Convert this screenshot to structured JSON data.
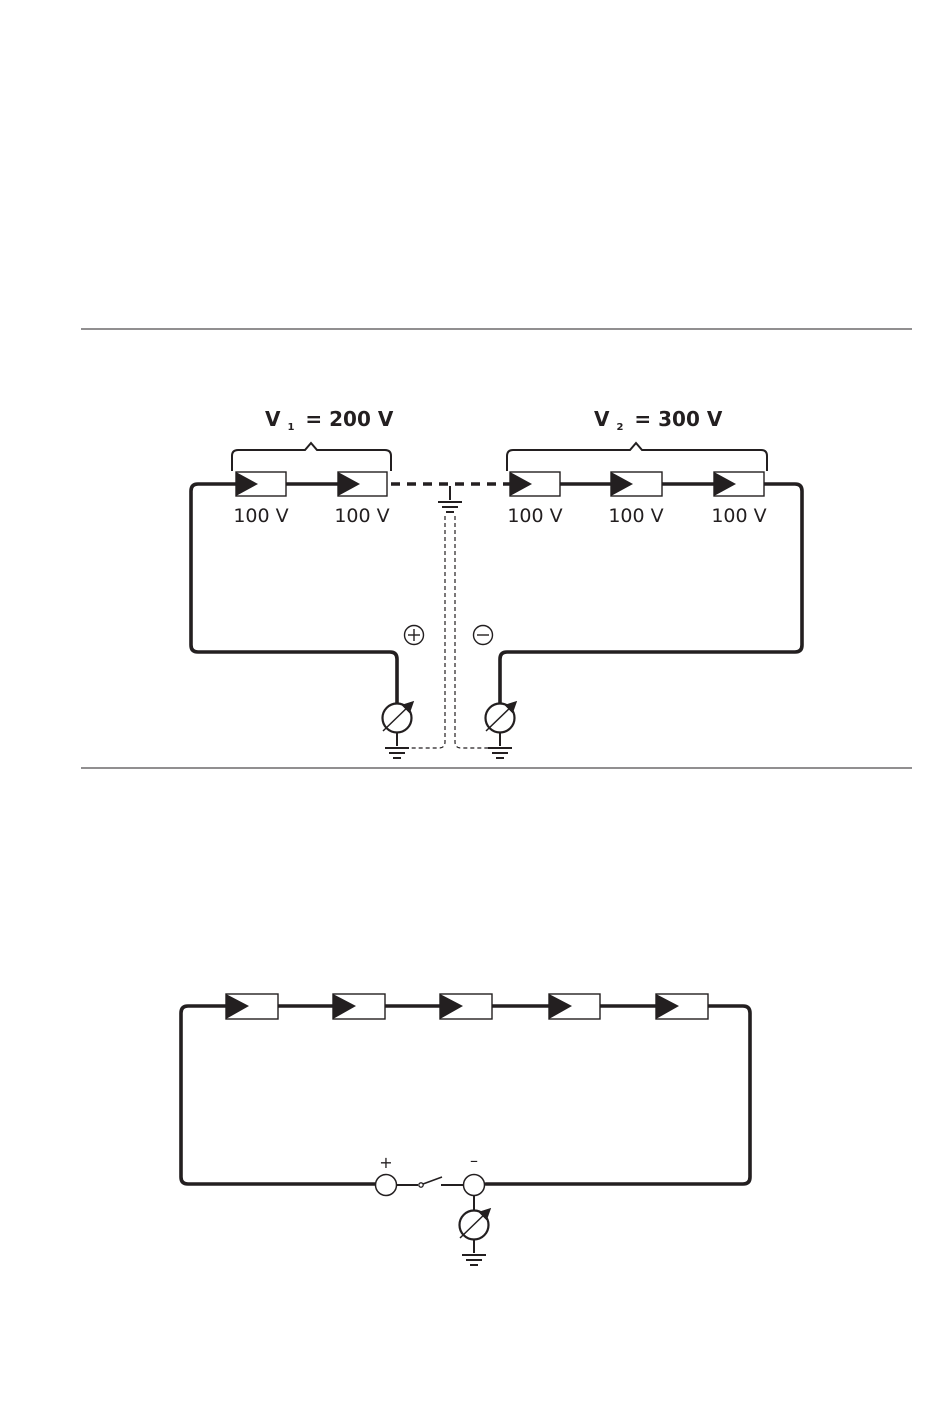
{
  "figure_top": {
    "group_1": {
      "symbol": "V",
      "subscript": "1",
      "value_text": "= 200 V"
    },
    "group_2": {
      "symbol": "V",
      "subscript": "2",
      "value_text": "= 300 V"
    },
    "modules": [
      {
        "label": "100 V"
      },
      {
        "label": "100 V"
      },
      {
        "label": "100 V"
      },
      {
        "label": "100 V"
      },
      {
        "label": "100 V"
      }
    ],
    "plus_symbol": "+",
    "minus_symbol": "−"
  },
  "figure_bottom": {
    "modules_count": 5,
    "plus_label": "+",
    "minus_label": "–"
  },
  "colors": {
    "ink": "#231f20",
    "background": "#ffffff"
  }
}
